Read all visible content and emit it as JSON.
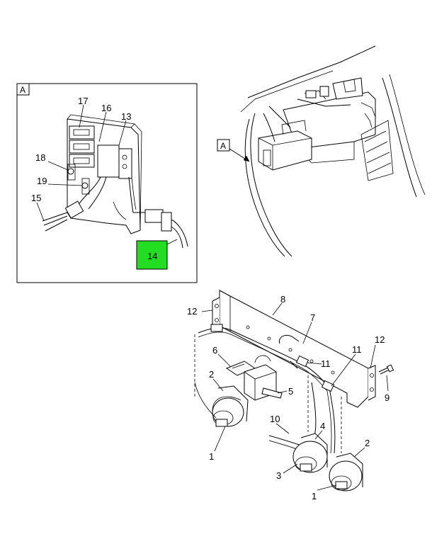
{
  "inset": {
    "letter": "A"
  },
  "view_ref": {
    "letter": "A"
  },
  "highlight_color": "#22dd22",
  "callouts": {
    "c17": "17",
    "c16": "16",
    "c13": "13",
    "c18": "18",
    "c19": "19",
    "c15": "15",
    "c14": "14",
    "c12a": "12",
    "c8": "8",
    "c7": "7",
    "c6": "6",
    "c11a": "11",
    "c11b": "11",
    "c12b": "12",
    "c2a": "2",
    "c5": "5",
    "c9": "9",
    "c10": "10",
    "c4": "4",
    "c2b": "2",
    "c3": "3",
    "c1a": "1",
    "c1b": "1"
  }
}
